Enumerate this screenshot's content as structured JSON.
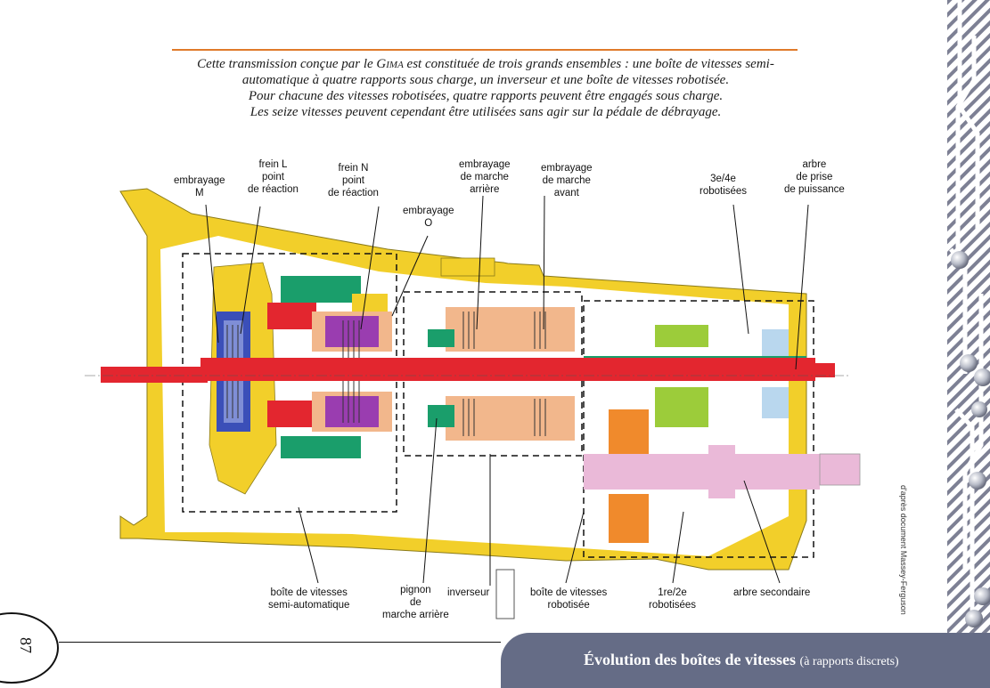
{
  "caption": {
    "line1_a": "Cette transmission conçue par le ",
    "line1_org": "Gima",
    "line1_b": " est constituée de trois grands ensembles : une boîte de vitesses semi-",
    "line2": "automatique à quatre rapports sous charge, un inverseur et une boîte de vitesses robotisée.",
    "line3": "Pour chacune des vitesses robotisées, quatre rapports peuvent être engagés sous charge.",
    "line4": "Les seize vitesses peuvent cependant être utilisées sans agir sur la pédale de débrayage."
  },
  "labels": {
    "embrayage_m": [
      "embrayage",
      "M"
    ],
    "frein_l": [
      "frein L",
      "point",
      "de réaction"
    ],
    "frein_n": [
      "frein N",
      "point",
      "de réaction"
    ],
    "embrayage_o": [
      "embrayage",
      "O"
    ],
    "embrayage_arriere": [
      "embrayage",
      "de marche",
      "arrière"
    ],
    "embrayage_avant": [
      "embrayage",
      "de marche",
      "avant"
    ],
    "robotisees_34": [
      "3e/4e",
      "robotisées"
    ],
    "arbre_prise": [
      "arbre",
      "de prise",
      "de puissance"
    ],
    "bv_semi_auto": [
      "boîte de vitesses",
      "semi-automatique"
    ],
    "pignon_arriere": [
      "pignon",
      "de",
      "marche arrière"
    ],
    "inverseur": [
      "inverseur"
    ],
    "bv_robotisee": [
      "boîte de vitesses",
      "robotisée"
    ],
    "robotisees_12": [
      "1re/2e",
      "robotisées"
    ],
    "arbre_secondaire": [
      "arbre secondaire"
    ]
  },
  "credit": "d'après document Massey-Ferguson",
  "page_number": "87",
  "footer": {
    "title": "Évolution des boîtes de vitesses",
    "subtitle": "(à rapports discrets)"
  },
  "colors": {
    "accent_rule": "#e07a2a",
    "footer_band": "#656c86",
    "housing": "#f2cf2a",
    "main_shaft": "#e3262f",
    "green_shaft": "#1a9e6b",
    "pink_shaft": "#eab9d8",
    "orange_gear": "#f08a2c",
    "purple_clutch": "#9a3db0",
    "blue_clutch": "#3b4fb8",
    "salmon_part": "#f2b78c",
    "lime_gear": "#9ccc3a",
    "light_blue_gear": "#b9d7ee"
  }
}
